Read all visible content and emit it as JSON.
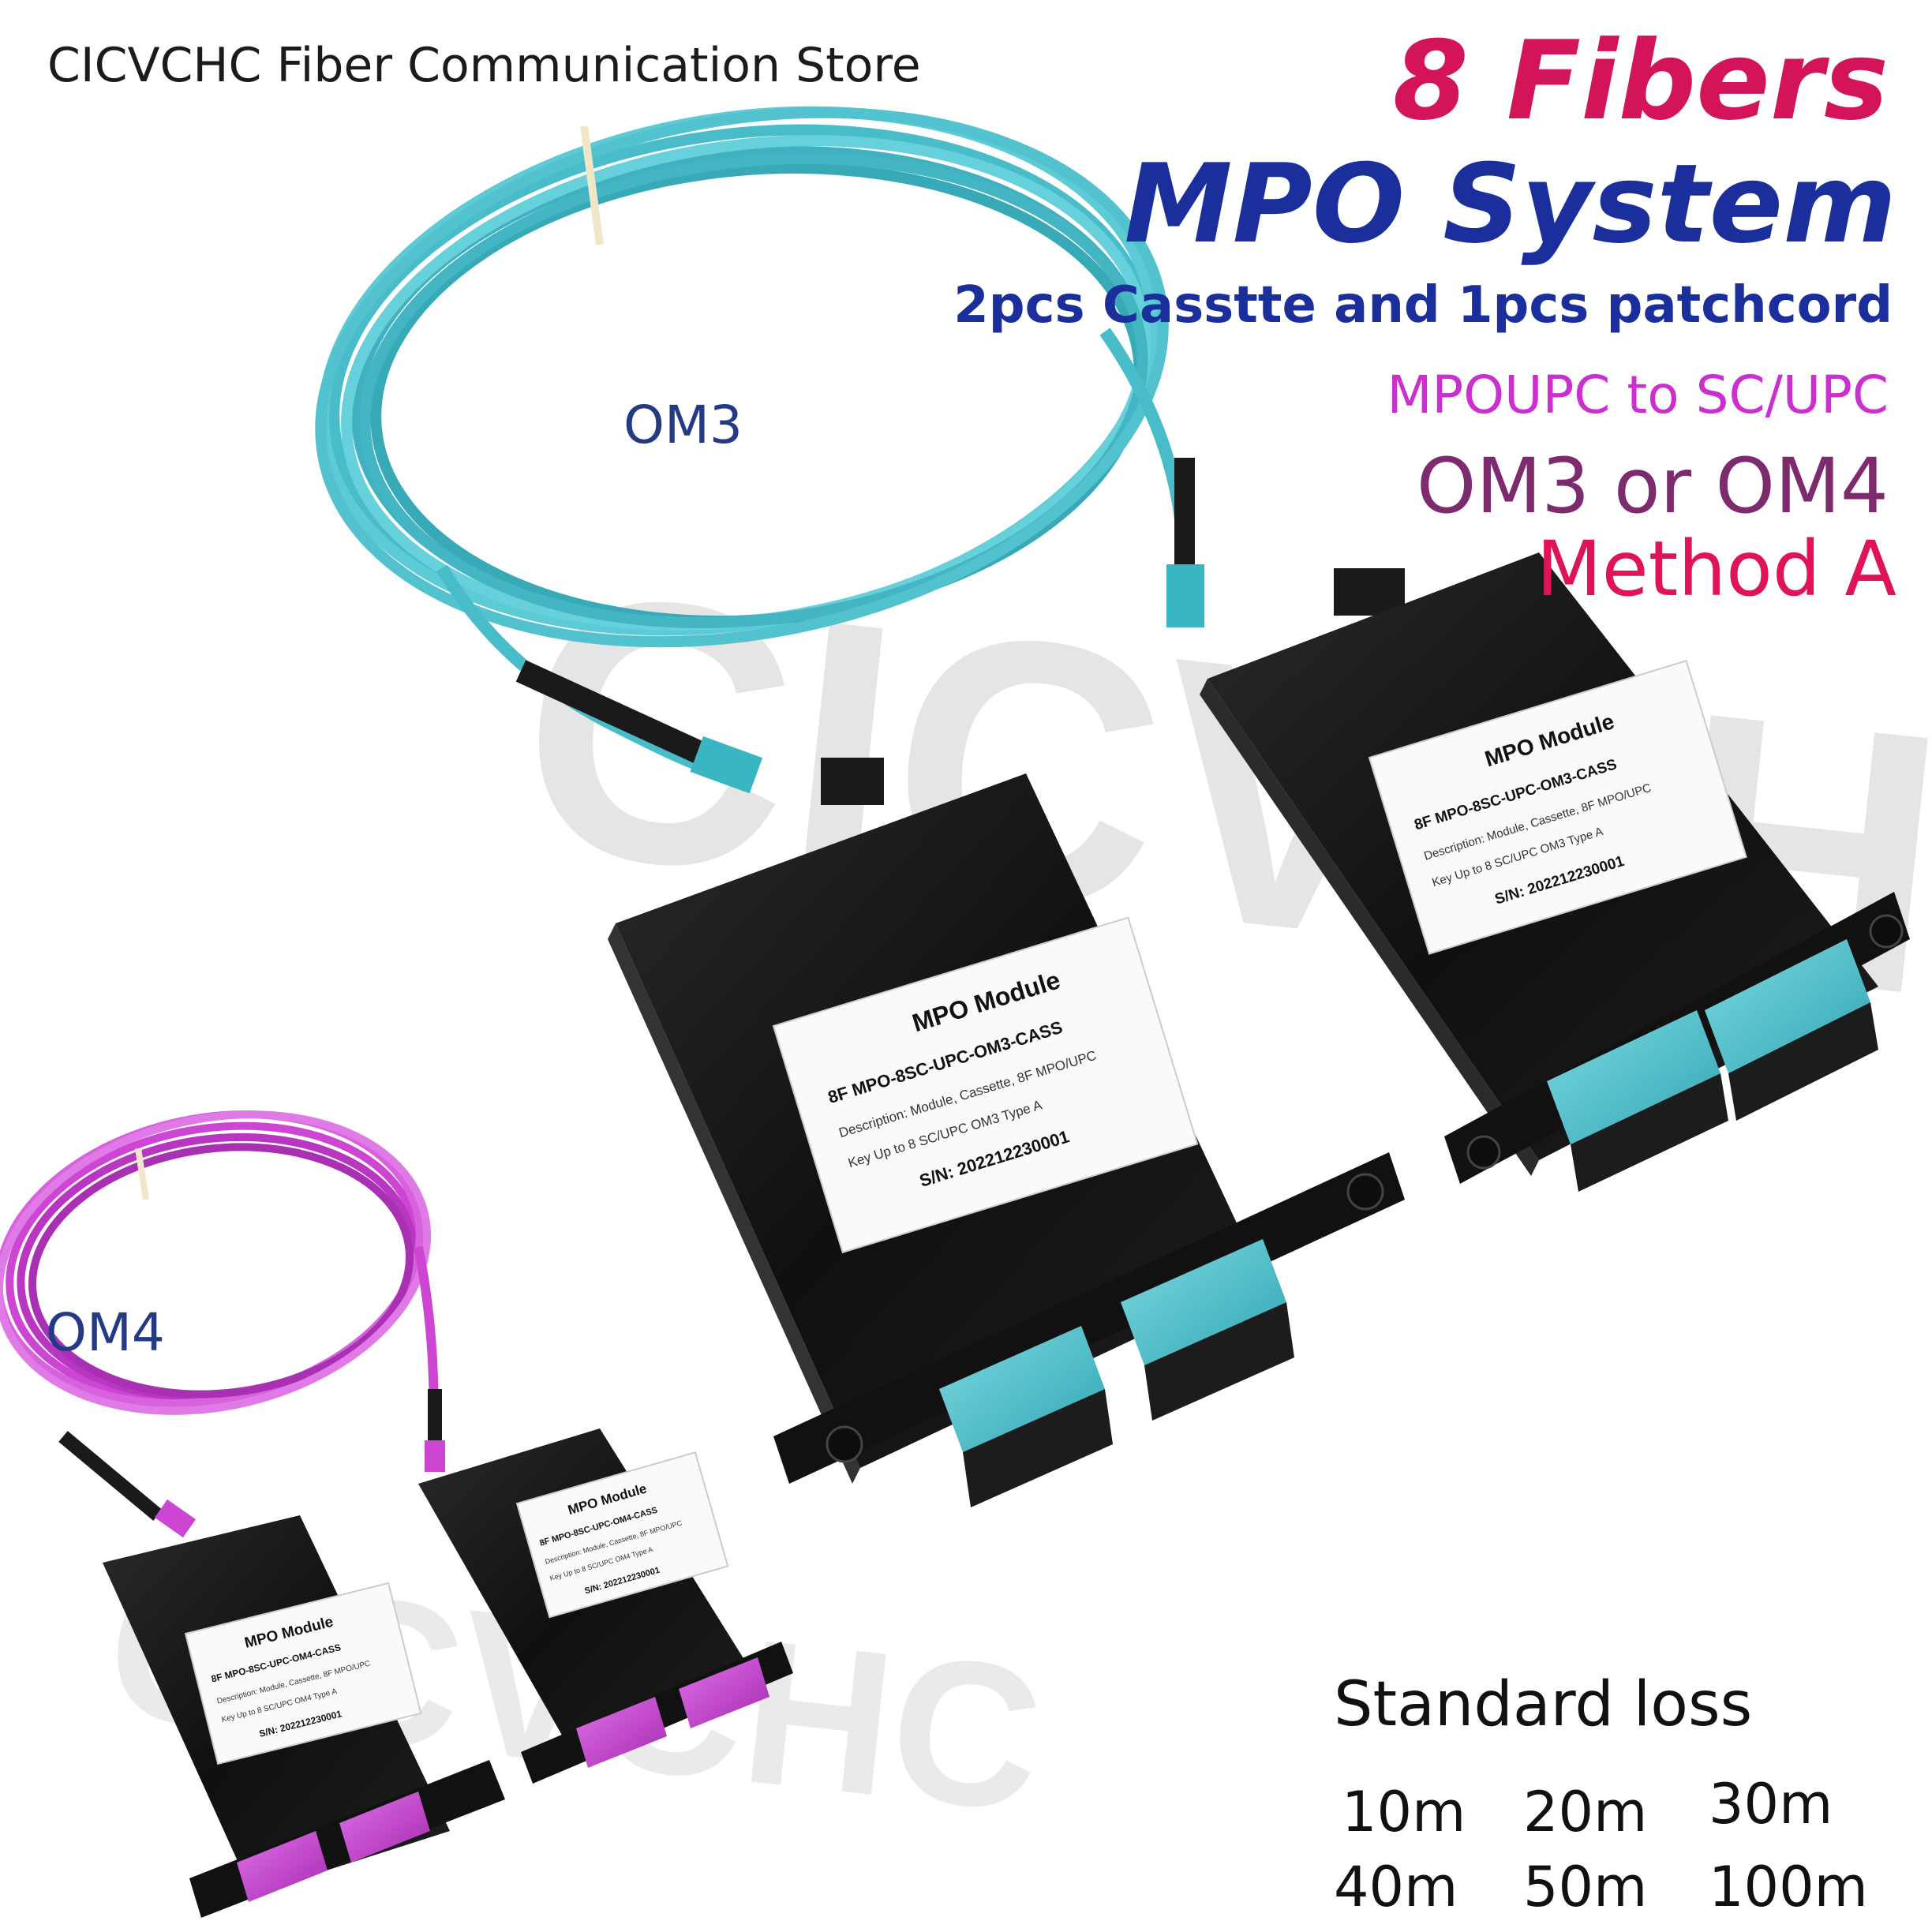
{
  "store_name": "CICVCHC Fiber Communication Store",
  "watermark": "CICVCHC",
  "headline": {
    "line1": "8 Fibers",
    "line2": "MPO System",
    "line3": "2pcs Casstte and 1pcs patchcord",
    "line4": "MPOUPC to SC/UPC",
    "line5": "OM3 or OM4",
    "line6": "Method A"
  },
  "cable_labels": {
    "om3": "OM3",
    "om4": "OM4"
  },
  "module_label_om3": {
    "title": "MPO Module",
    "model": "8F MPO-8SC-UPC-OM3-CASS",
    "description": "Description: Module, Cassette, 8F MPO/UPC",
    "key": "Key Up to 8 SC/UPC OM3 Type A",
    "serial": "S/N: 202212230001"
  },
  "module_label_om4": {
    "title": "MPO Module",
    "model": "8F MPO-8SC-UPC-OM4-CASS",
    "description": "Description: Module, Cassette, 8F MPO/UPC",
    "key": "Key Up to 8 SC/UPC OM4 Type A",
    "serial": "S/N: 202212230001"
  },
  "lengths": {
    "title": "Standard loss",
    "options": [
      "10m",
      "20m",
      "30m",
      "40m",
      "50m",
      "100m"
    ]
  },
  "colors": {
    "om3_aqua": "#4fc3cf",
    "om4_violet": "#c83fd0",
    "module_black": "#141414",
    "brand_red": "#d4145a",
    "brand_blue": "#1a2f9c"
  }
}
